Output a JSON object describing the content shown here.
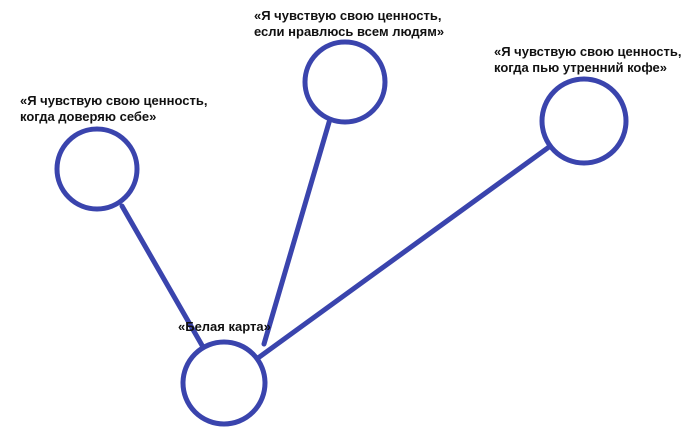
{
  "diagram": {
    "stroke_color": "#3a44ad",
    "center_node": {
      "label_lines": [
        "«Белая карта»"
      ]
    },
    "nodes": [
      {
        "id": "left",
        "label_lines": [
          "«Я чувствую свою ценность,",
          "когда доверяю себе»"
        ]
      },
      {
        "id": "middle",
        "label_lines": [
          "«Я чувствую свою ценность,",
          "если нравлюсь всем людям»"
        ]
      },
      {
        "id": "right",
        "label_lines": [
          "«Я чувствую свою ценность,",
          "когда пью утренний кофе»"
        ]
      }
    ]
  }
}
